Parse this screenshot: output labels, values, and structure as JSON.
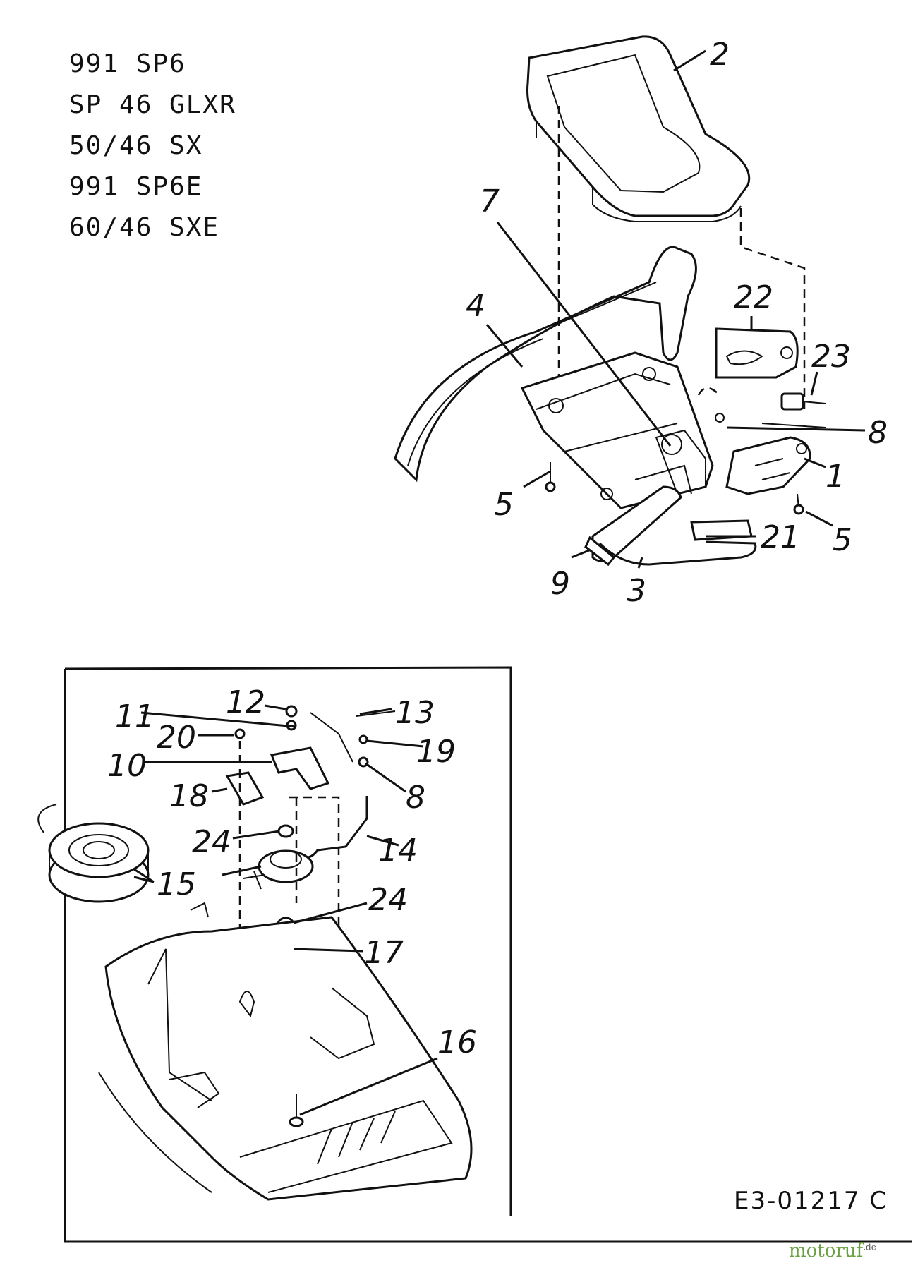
{
  "models": [
    "991 SP6",
    "SP 46 GLXR",
    "50/46 SX",
    "991 SP6E",
    "60/46 SXE"
  ],
  "callouts": {
    "c1": "1",
    "c2": "2",
    "c3": "3",
    "c4": "4",
    "c5a": "5",
    "c5b": "5",
    "c7": "7",
    "c8a": "8",
    "c9": "9",
    "c21": "21",
    "c22": "22",
    "c23": "23",
    "c8b": "8",
    "c10": "10",
    "c11": "11",
    "c12": "12",
    "c13": "13",
    "c14": "14",
    "c15": "15",
    "c16": "16",
    "c17": "17",
    "c18": "18",
    "c19": "19",
    "c20": "20",
    "c24a": "24",
    "c24b": "24"
  },
  "diagram_code": "E3-01217 C",
  "watermark": {
    "brand": "motoruf",
    "tld": ".de",
    "color": "#6aa041"
  }
}
